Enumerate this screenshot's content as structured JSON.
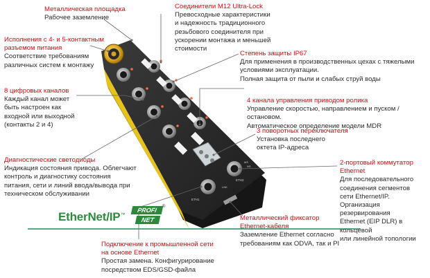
{
  "callouts": [
    {
      "id": "metal-plate",
      "title": "Металлическая площадка",
      "body": "Рабочее заземление"
    },
    {
      "id": "m12",
      "title": "Соединители M12 Ultra-Lock",
      "body": "Превосходные характеристики\nи надежность традиционного\nрезьбового соединителя при\nускорении монтажа и меньшей\nстоимости"
    },
    {
      "id": "power-connectors",
      "title": "Исполнения с 4- и 5-контактным\nразъемом питания",
      "body": "Соответствие требованиям\nразличных систем к монтажу"
    },
    {
      "id": "ip67",
      "title": "Степень защиты IP67",
      "body": "Для применения в производственных цехах с тяжелыми\nусловиями эксплуатации.\nПолная защита от пыли и слабых струй воды"
    },
    {
      "id": "digital-channels",
      "title": "8 цифровых каналов",
      "body": "Каждый канал может\nбыть настроен как\nвходной или выходной\n(контакты 2 и 4)"
    },
    {
      "id": "roller-channels",
      "title": "4 канала управления приводом ролика",
      "body": "Управление скоростью, направлением и пуском / остановом.\nАвтоматическое определение модели MDR"
    },
    {
      "id": "rotary-switches",
      "title": "3 поворотных переключателя",
      "body": "Установка последнего\nоктета IP-адреса"
    },
    {
      "id": "diag-leds",
      "title": "Диагностические светодиоды",
      "body": "Индикация состояния привода. Облегчают\nконтроль и диагностику состояния\nпитания, сети и линий ввода/вывода при\nтехническом обслуживании"
    },
    {
      "id": "ethernet-switch",
      "title": "2-портовый коммутатор Ethernet",
      "body": "Для последовательного\nсоединения сегментов\nсети Ethernet/IP.\nОрганизация резервирования\nEthernet (EIP DLR) в кольцевой\nили линейной топологии"
    },
    {
      "id": "metal-clamp",
      "title": "Металлический фиксатор\nEthernet-кабеля",
      "body": "Заземление Ethernet согласно\nтребованиям как ODVA, так и PI"
    },
    {
      "id": "industrial-connection",
      "title": "Подключение к промышленной сети\nна основе Ethernet",
      "body": "Простая замена. Конфигурирование\nпосредством EDS/GSD-файла"
    }
  ],
  "logos": {
    "ethernetip": "EtherNet/IP",
    "ethernetip_mark": "™",
    "profinet_top": "PROFI",
    "profinet_bottom": "NET",
    "profinet_mark": "®"
  },
  "device": {
    "port_labels": [
      "ETH1",
      "ETH2"
    ],
    "led_labels": [
      "MS",
      "NS",
      "LNK"
    ]
  },
  "colors": {
    "heading": "#e30613",
    "body_text": "#2b2b2b",
    "leader_line": "#666666",
    "accent_line": "#1d8a5a",
    "housing": "#2a2a2a",
    "yellow_strip": "#e6c21a",
    "ethernetip_green": "#2e8b3c",
    "profinet_green": "#2a8a3a"
  }
}
